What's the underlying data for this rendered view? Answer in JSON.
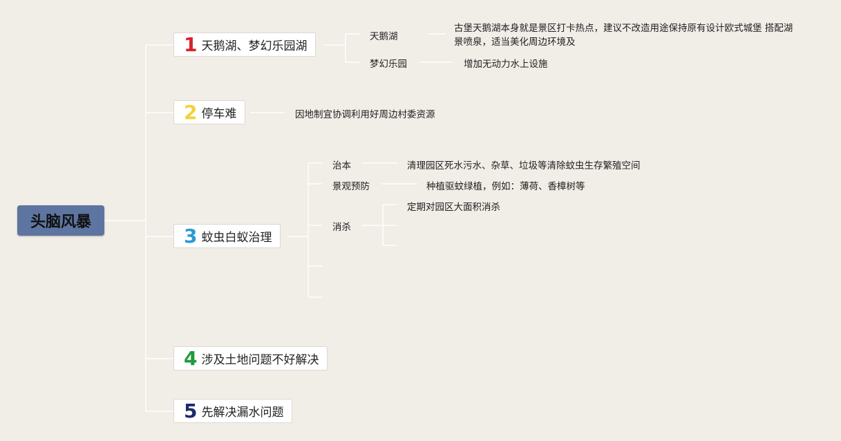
{
  "root": {
    "label": "头脑风暴"
  },
  "branches": [
    {
      "num": "1",
      "color": "#d9222a",
      "label": "天鹅湖、梦幻乐园湖",
      "children": [
        {
          "label": "天鹅湖",
          "detail": "古堡天鹅湖本身就是景区打卡热点，建议不改造用途保持原有设计欧式城堡 搭配湖景喷泉，适当美化周边环境及"
        },
        {
          "label": "梦幻乐园",
          "detail": "增加无动力水上设施"
        }
      ]
    },
    {
      "num": "2",
      "color": "#f2d23a",
      "label": "停车难",
      "detail": "因地制宜协调利用好周边村委资源"
    },
    {
      "num": "3",
      "color": "#2a9ad8",
      "label": "蚊虫白蚁治理",
      "children": [
        {
          "label": "治本",
          "detail": "清理园区死水污水、杂草、垃圾等清除蚊虫生存繁殖空间"
        },
        {
          "label": "景观预防",
          "detail": "种植驱蚊绿植，例如：薄荷、香樟树等"
        },
        {
          "label": "消杀",
          "detail": "定期对园区大面积消杀"
        }
      ]
    },
    {
      "num": "4",
      "color": "#1f9a3c",
      "label": "涉及土地问题不好解决"
    },
    {
      "num": "5",
      "color": "#1e2a6e",
      "label": "先解决漏水问题"
    }
  ]
}
